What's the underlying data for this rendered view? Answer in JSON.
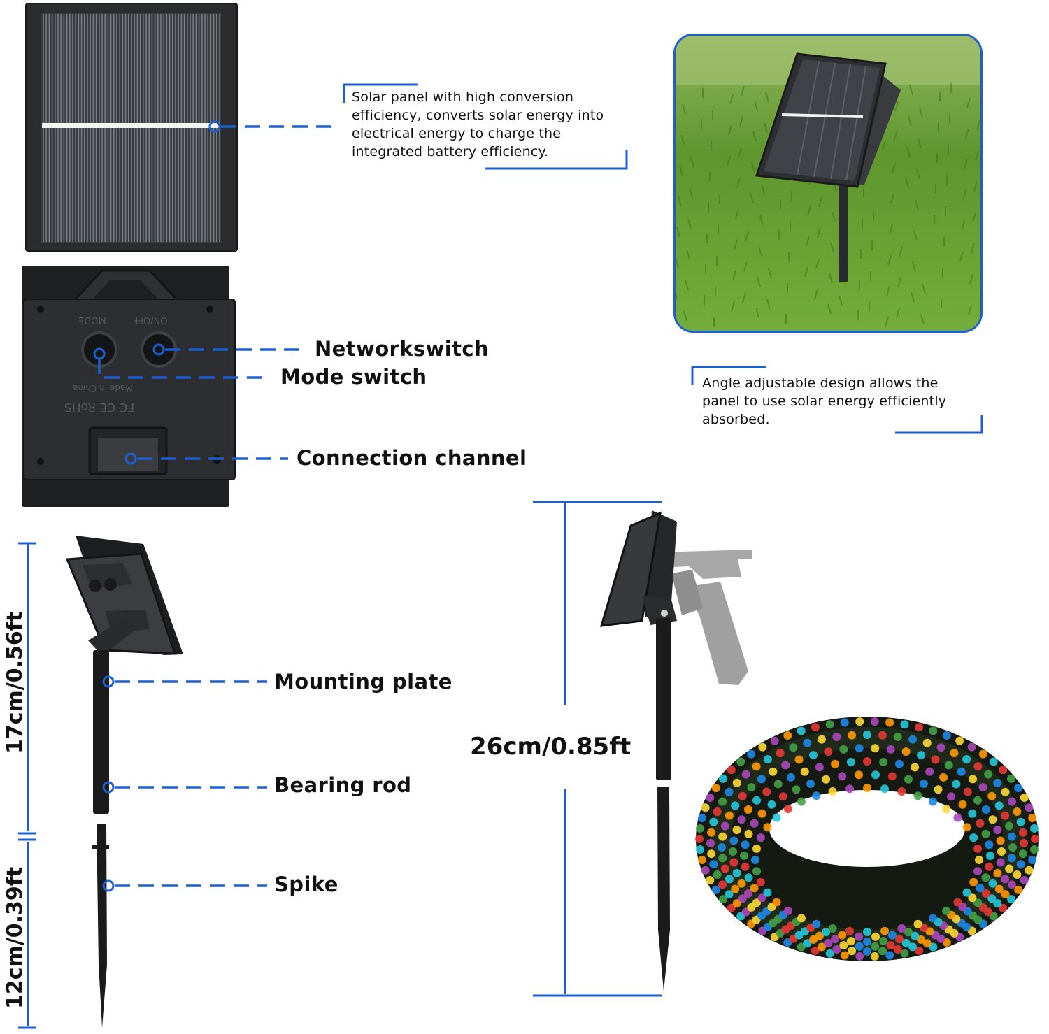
{
  "accent_color": "#1e5fd0",
  "callouts": {
    "solar_panel": "Solar panel with high conversion efficiency, converts solar energy into electrical energy to charge the integrated battery efficiency.",
    "angle": "Angle adjustable design allows the panel to use solar energy efficiently absorbed."
  },
  "labels": {
    "network_switch": "Networkswitch",
    "mode_switch": "Mode switch",
    "connection_channel": "Connection channel",
    "mounting_plate": "Mounting plate",
    "bearing_rod": "Bearing rod",
    "spike": "Spike"
  },
  "dimensions": {
    "upper_height": "17cm/0.56ft",
    "lower_height": "12cm/0.39ft",
    "total_height": "26cm/0.85ft"
  },
  "panel_back_text": {
    "mode": "MODE",
    "on_off": "ON/OFF",
    "made": "Made in China",
    "marks": "FC CE RoHS"
  },
  "icons": {
    "solar_panel": "solar-panel-icon",
    "panel_back": "panel-back-icon",
    "stake": "stake-icon",
    "adjustable_stake": "adjustable-stake-icon",
    "string_lights": "string-lights-icon",
    "lawn_photo": "lawn-photo-icon"
  }
}
